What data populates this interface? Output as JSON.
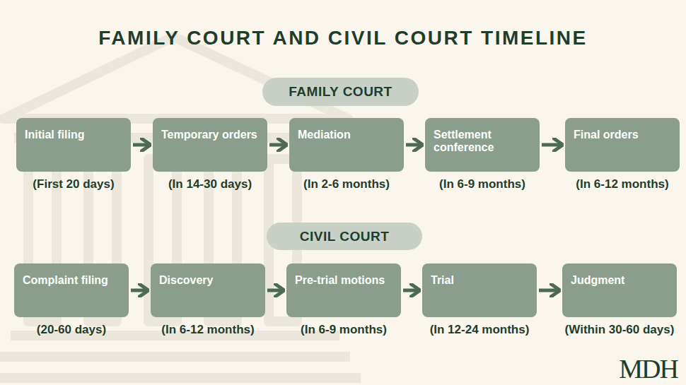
{
  "diagram": {
    "title": "FAMILY COURT AND CIVIL COURT TIMELINE",
    "nodes": [
      {
        "text": [
          "FAMILY COURT"
        ]
      },
      {
        "text": [
          "Initial filing",
          "(First 20 days)"
        ]
      },
      {
        "text": [
          "Temporary orders",
          "(In 14-30 days)"
        ]
      },
      {
        "text": [
          "Mediation",
          "(In 2-6 months)"
        ]
      },
      {
        "text": [
          "Settlement conference",
          "(In 6-9 months)"
        ]
      },
      {
        "text": [
          "Final orders",
          "(In 6-12 months)"
        ]
      },
      {
        "text": [
          "CIVIL COURT"
        ]
      },
      {
        "text": [
          "Complaint filing",
          "(20-60 days)"
        ]
      },
      {
        "text": [
          "Discovery",
          "(In 6-12 months)"
        ]
      },
      {
        "text": [
          "Pre-trial motions",
          "(In 6-9 months)"
        ]
      },
      {
        "text": [
          "Trial",
          "(In 12-24 months)"
        ]
      },
      {
        "text": [
          "Judgment",
          "(Within 30-60 days)"
        ]
      }
    ],
    "edges": [
      {
        "from": 1,
        "to": 2,
        "arrow": "to"
      },
      {
        "from": 2,
        "to": 3,
        "arrow": "to"
      },
      {
        "from": 3,
        "to": 4,
        "arrow": "to"
      },
      {
        "from": 4,
        "to": 5,
        "arrow": "to"
      },
      {
        "from": 7,
        "to": 8,
        "arrow": "to"
      },
      {
        "from": 8,
        "to": 9,
        "arrow": "to"
      },
      {
        "from": 9,
        "to": 10,
        "arrow": "to"
      },
      {
        "from": 10,
        "to": 11,
        "arrow": "to"
      }
    ],
    "labels": [
      "MDH"
    ]
  }
}
